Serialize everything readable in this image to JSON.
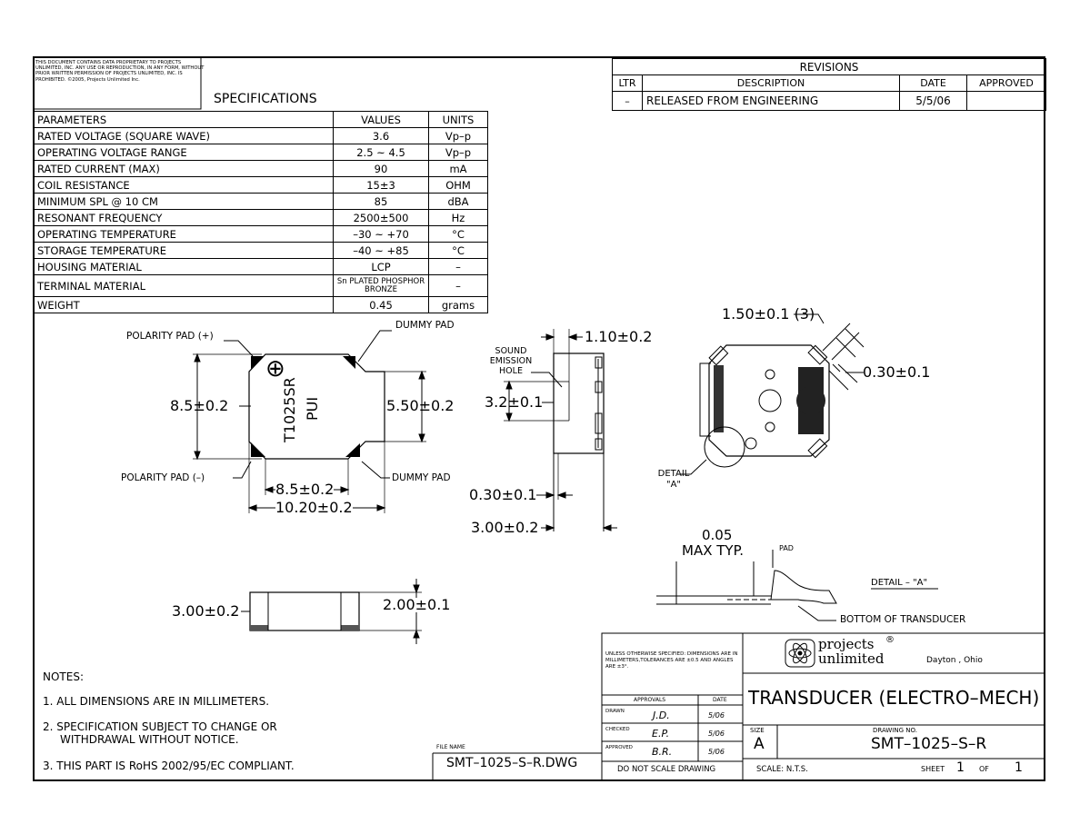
{
  "notice": "THIS DOCUMENT CONTAINS DATA PROPRIETARY TO PROJECTS UNLIMITED, INC. ANY USE OR REPRODUCTION, IN ANY FORM, WITHOUT PRIOR WRITTEN PERMISSION OF PROJECTS UNLIMITED, INC. IS PROHIBITED. ©2005, Projects Unlimited Inc.",
  "specifications": {
    "title": "SPECIFICATIONS",
    "headers": [
      "PARAMETERS",
      "VALUES",
      "UNITS"
    ],
    "rows": [
      {
        "param": "RATED VOLTAGE (SQUARE WAVE)",
        "value": "3.6",
        "unit": "Vp–p"
      },
      {
        "param": "OPERATING VOLTAGE RANGE",
        "value": "2.5 ~ 4.5",
        "unit": "Vp–p"
      },
      {
        "param": "RATED CURRENT (MAX)",
        "value": "90",
        "unit": "mA"
      },
      {
        "param": "COIL RESISTANCE",
        "value": "15±3",
        "unit": "OHM"
      },
      {
        "param": "MINIMUM SPL @ 10 CM",
        "value": "85",
        "unit": "dBA"
      },
      {
        "param": "RESONANT FREQUENCY",
        "value": "2500±500",
        "unit": "Hz"
      },
      {
        "param": "OPERATING TEMPERATURE",
        "value": "–30 ~ +70",
        "unit": "°C"
      },
      {
        "param": "STORAGE TEMPERATURE",
        "value": "–40 ~ +85",
        "unit": "°C"
      },
      {
        "param": "HOUSING MATERIAL",
        "value": "LCP",
        "unit": "–"
      },
      {
        "param": "TERMINAL MATERIAL",
        "value": "Sn PLATED PHOSPHOR BRONZE",
        "unit": "–"
      },
      {
        "param": "WEIGHT",
        "value": "0.45",
        "unit": "grams"
      }
    ]
  },
  "revisions": {
    "title": "REVISIONS",
    "headers": [
      "LTR",
      "DESCRIPTION",
      "DATE",
      "APPROVED"
    ],
    "row": {
      "ltr": "–",
      "description": "RELEASED FROM ENGINEERING",
      "date": "5/5/06",
      "approved": ""
    }
  },
  "top_view": {
    "polarity_pad_plus": "POLARITY PAD (+)",
    "polarity_pad_minus": "POLARITY PAD (–)",
    "dummy_pad_top": "DUMMY PAD",
    "dummy_pad_bottom": "DUMMY PAD",
    "marking_1": "T1025SR",
    "marking_2": "PUI",
    "plus_symbol": "⊕",
    "dim_height": "8.5±0.2",
    "dim_inner_height": "5.50±0.2",
    "dim_inner_width": "8.5±0.2",
    "dim_width": "10.20±0.2"
  },
  "side_view": {
    "sound_hole_label": "SOUND EMISSION HOLE",
    "dim_top": "1.10±0.2",
    "dim_hole": "3.2±0.1",
    "dim_pad": "0.30±0.1",
    "dim_height": "3.00±0.2"
  },
  "bottom_view": {
    "dim_pad_len": "1.50±0.1 (3)",
    "dim_pad_thk": "0.30±0.1",
    "detail_label": "DETAIL \"A\""
  },
  "front_view": {
    "dim_height": "3.00±0.2",
    "dim_inner": "2.00±0.1"
  },
  "detail_a": {
    "max_typ_value": "0.05",
    "max_typ_label": "MAX TYP.",
    "pad_label": "PAD",
    "title": "DETAIL – \"A\"",
    "bottom_label": "BOTTOM OF TRANSDUCER"
  },
  "notes": {
    "title": "NOTES:",
    "items": [
      "1.  ALL DIMENSIONS ARE IN MILLIMETERS.",
      "2.  SPECIFICATION SUBJECT TO CHANGE OR",
      "WITHDRAWAL WITHOUT NOTICE.",
      "3.  THIS PART IS RoHS 2002/95/EC COMPLIANT."
    ]
  },
  "title_block": {
    "file_name_label": "FILE NAME",
    "file_name": "SMT–1025–S–R.DWG",
    "tolerance_note": "UNLESS OTHERWISE SPECIFIED: DIMENSIONS ARE IN MILLIMETERS,TOLERANCES ARE ±0.5 AND ANGLES ARE ±3°.",
    "approvals_label": "APPROVALS",
    "date_label": "DATE",
    "drawn_label": "DRAWN",
    "drawn_by": "J.D.",
    "drawn_date": "5/06",
    "checked_label": "CHECKED",
    "checked_by": "E.P.",
    "checked_date": "5/06",
    "approved_label": "APPROVED",
    "approved_by": "B.R.",
    "approved_date": "5/06",
    "do_not_scale": "DO NOT SCALE DRAWING",
    "company_line1": "projects",
    "company_line2": "unlimited",
    "registered": "®",
    "location": "Dayton , Ohio",
    "title": "TRANSDUCER (ELECTRO–MECH)",
    "size_label": "SIZE",
    "size": "A",
    "drawing_no_label": "DRAWING NO.",
    "drawing_no": "SMT–1025–S–R",
    "scale": "SCALE:  N.T.S.",
    "sheet_label": "SHEET",
    "sheet_no": "1",
    "of_label": "OF",
    "sheet_total": "1"
  }
}
